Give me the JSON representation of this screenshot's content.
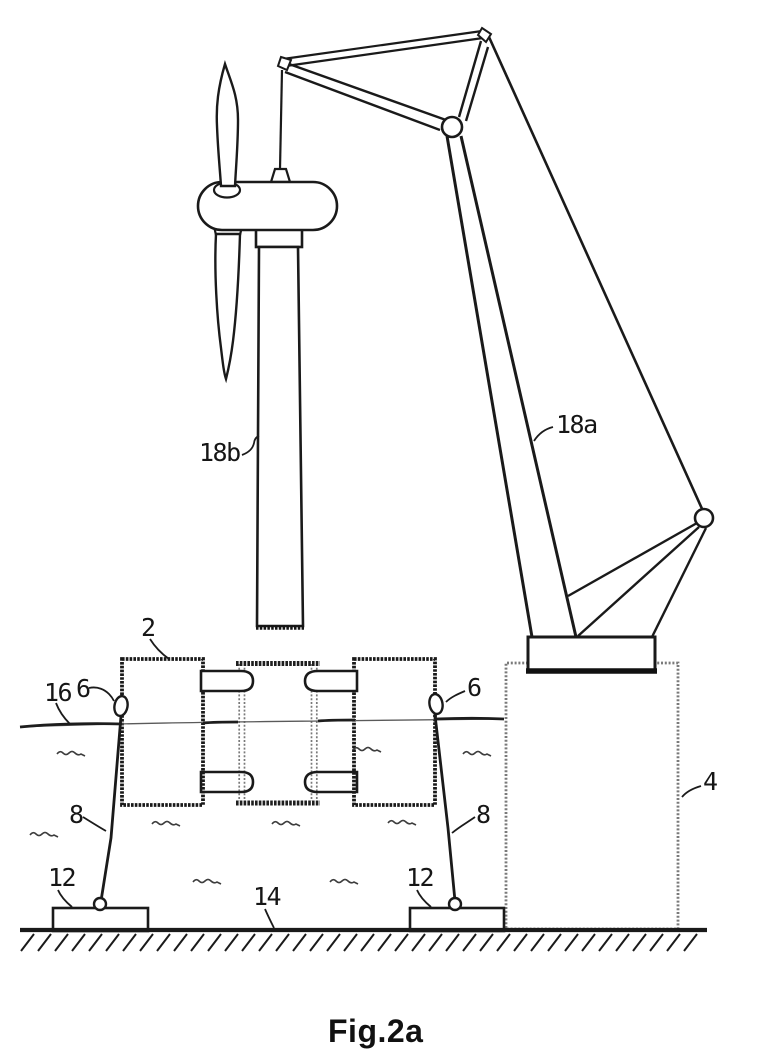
{
  "figure": {
    "caption": "Fig.2a"
  },
  "labels": {
    "platform": "2",
    "quay": "4",
    "fairlead_left": "6",
    "fairlead_right": "6",
    "mooring_left": "8",
    "mooring_right": "8",
    "anchor_left": "12",
    "anchor_right": "12",
    "seabed": "14",
    "waterline": "16",
    "crane": "18a",
    "tower": "18b"
  },
  "colors": {
    "ink": "#1a1a1a",
    "paper": "#ffffff",
    "stipple_gray": "#7a7a7a"
  }
}
